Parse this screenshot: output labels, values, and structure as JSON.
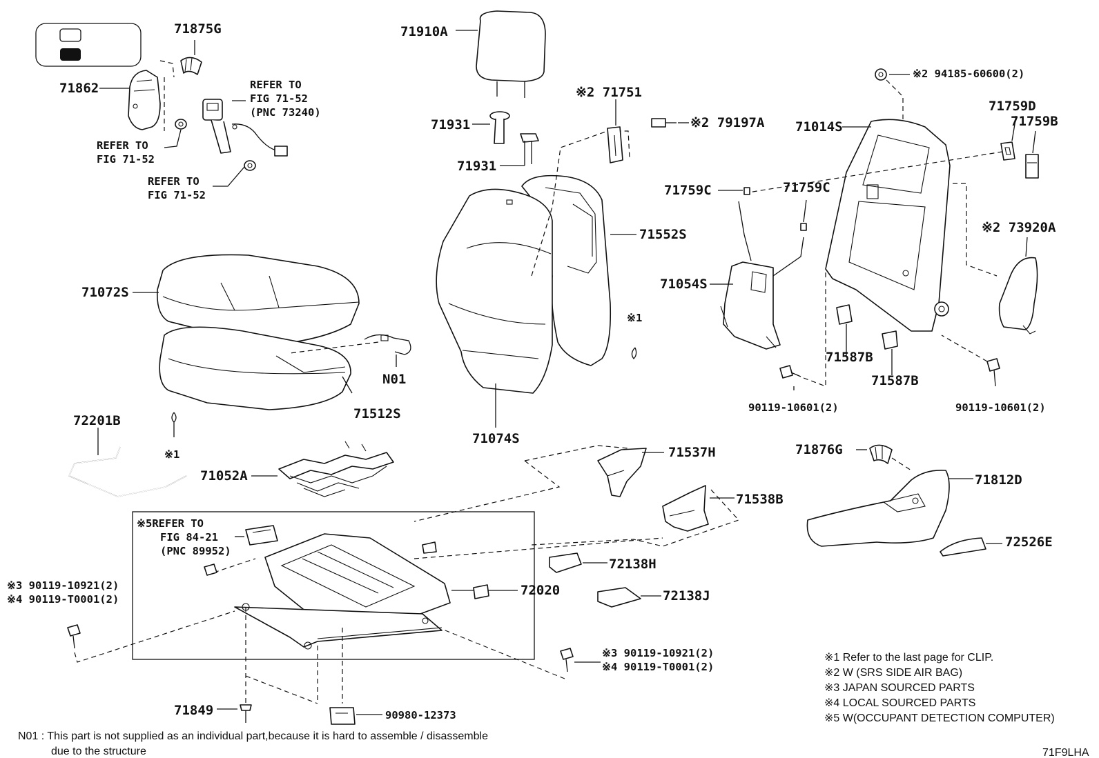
{
  "legend": {
    "colors": {
      "outline": "#111111",
      "filled_box": "#111111",
      "empty_box": "#ffffff"
    },
    "icons": [
      "legend-empty-box",
      "legend-filled-box"
    ]
  },
  "parts": {
    "p71875G": "71875G",
    "p71862": "71862",
    "refer_belt_1": "REFER TO",
    "refer_belt_2": "FIG 71-52",
    "refer_belt_3": "(PNC 73240)",
    "refer_a_1": "REFER TO",
    "refer_a_2": "FIG 71-52",
    "refer_b_1": "REFER TO",
    "refer_b_2": "FIG 71-52",
    "p71910A": "71910A",
    "p71931a": "71931",
    "p71931b": "71931",
    "p71751": "※2 71751",
    "p79197A": "※2 79197A",
    "p94185": "※2 94185-60600(2)",
    "p71014S": "71014S",
    "p71759D": "71759D",
    "p71759B": "71759B",
    "p71759Ca": "71759C",
    "p71759Cb": "71759C",
    "p71552S": "71552S",
    "p71054S": "71054S",
    "p73920A": "※2 73920A",
    "p71072S": "71072S",
    "pN01": "N01",
    "p71512S": "71512S",
    "p71074S": "71074S",
    "clip1": "※1",
    "clip2": "※1",
    "p71587Ba": "71587B",
    "p71587Bb": "71587B",
    "p90119_106a": "90119-10601(2)",
    "p90119_106b": "90119-10601(2)",
    "p72201B": "72201B",
    "p71052A": "71052A",
    "p71537H": "71537H",
    "p71538B": "71538B",
    "p71876G": "71876G",
    "p71812D": "71812D",
    "p72526E": "72526E",
    "refer_occ_1": "※5REFER TO",
    "refer_occ_2": "FIG 84-21",
    "refer_occ_3": "(PNC 89952)",
    "p90119_109_left": "※3 90119-10921(2)",
    "p90119_T00_left": "※4 90119-T0001(2)",
    "p72138H": "72138H",
    "p72138J": "72138J",
    "p72020": "72020",
    "p90119_109_right": "※3 90119-10921(2)",
    "p90119_T00_right": "※4 90119-T0001(2)",
    "p71849": "71849",
    "p90980": "90980-12373"
  },
  "notes": {
    "n1": "※1  Refer to the last page for CLIP.",
    "n2": "※2  W (SRS SIDE AIR BAG)",
    "n3": "※3  JAPAN SOURCED PARTS",
    "n4": "※4  LOCAL SOURCED PARTS",
    "n5": "※5  W(OCCUPANT DETECTION COMPUTER)"
  },
  "footnote": {
    "line1": "N01 : This part is not supplied as an individual part,because it is hard to assemble / disassemble",
    "line2": "due to the structure"
  },
  "figure_code": "71F9LHA"
}
